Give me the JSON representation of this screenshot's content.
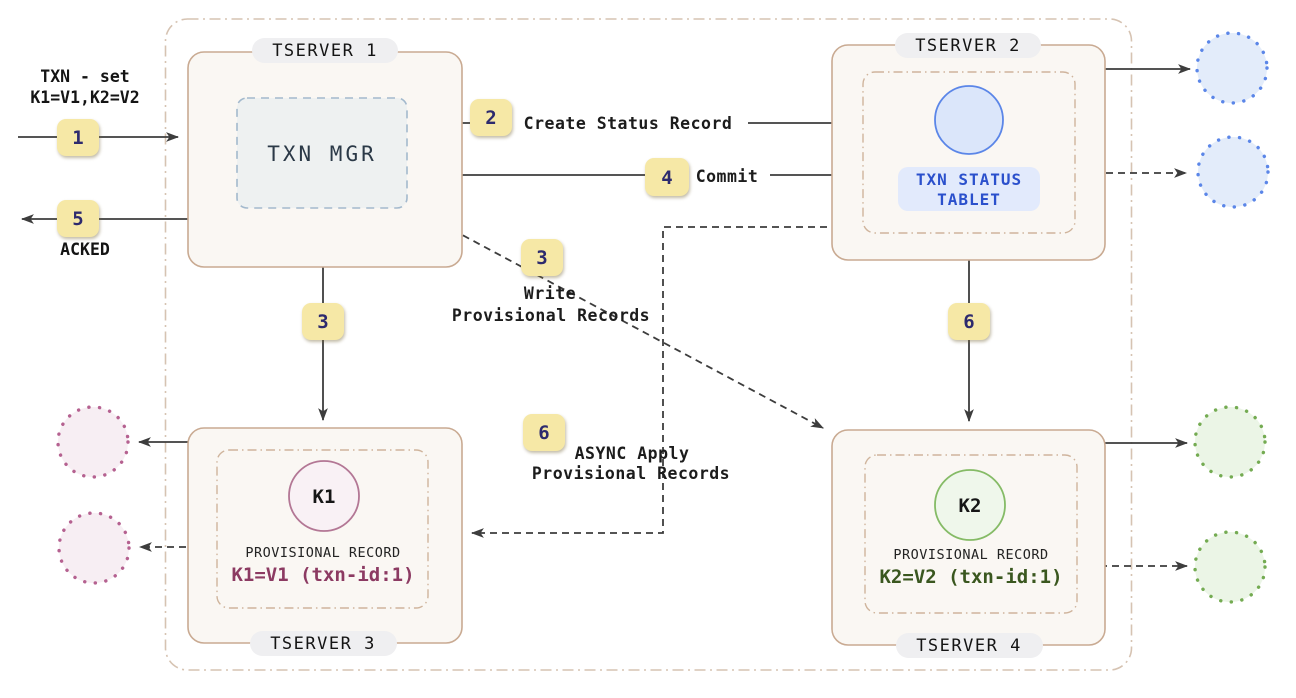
{
  "colors": {
    "container_border": "#d6c3b2",
    "server_border": "#c9aa92",
    "inner_border": "#cfb49c",
    "server_fill": "#faf7f3",
    "pill_bg": "#efeff1",
    "pill_text": "#141414",
    "txn_mgr_border": "#a3b9cd",
    "txn_mgr_fill": "#eef1f1",
    "txn_mgr_text": "#2b3947",
    "badge_bg": "#f6e8a6",
    "badge_text": "#2d2a6e",
    "arrow": "#3d3d3d",
    "status_circle_fill": "#dbe6fa",
    "status_circle_stroke": "#5b86e8",
    "tablet_label_bg": "#e2eafc",
    "tablet_label_text": "#2b50cc",
    "k1_circle_fill": "#f9f1f5",
    "k1_circle_stroke": "#b37795",
    "k1_value_text": "#8c3a62",
    "k2_circle_fill": "#eff7eb",
    "k2_circle_stroke": "#85bb66",
    "k2_value_text": "#3a571f",
    "replica_blue_fill": "#e3ecfa",
    "replica_blue_stroke": "#5b86e8",
    "replica_pink_fill": "#f7eef3",
    "replica_pink_stroke": "#b56190",
    "replica_green_fill": "#ebf5e6",
    "replica_green_stroke": "#74ab52"
  },
  "client": {
    "request_line1": "TXN - set",
    "request_line2": "K1=V1,K2=V2",
    "ack_label": "ACKED"
  },
  "steps": {
    "s1": "1",
    "s2": "2",
    "s3": "3",
    "s4": "4",
    "s5": "5",
    "s6": "6",
    "s2_label": "Create Status Record",
    "s4_label": "Commit",
    "s3_label_line1": "Write",
    "s3_label_line2": "Provisional Records",
    "s6_label_line1": "ASYNC Apply",
    "s6_label_line2": "Provisional Records"
  },
  "servers": {
    "t1": {
      "name": "TSERVER 1",
      "txn_mgr": "TXN MGR"
    },
    "t2": {
      "name": "TSERVER 2",
      "tablet_line1": "TXN STATUS",
      "tablet_line2": "TABLET"
    },
    "t3": {
      "name": "TSERVER 3",
      "key": "K1",
      "record_title": "PROVISIONAL RECORD",
      "record_value": "K1=V1 (txn-id:1)"
    },
    "t4": {
      "name": "TSERVER 4",
      "key": "K2",
      "record_title": "PROVISIONAL RECORD",
      "record_value": "K2=V2 (txn-id:1)"
    }
  }
}
